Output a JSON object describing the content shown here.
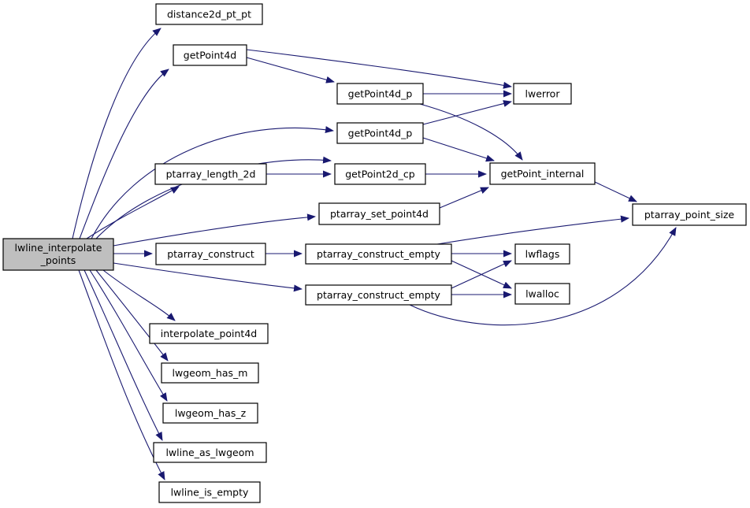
{
  "diagram": {
    "type": "function-call-graph",
    "edge_color": "#191970",
    "root_fill": "#bfbfbf",
    "node_fill": "#ffffff",
    "border_color": "#000000"
  },
  "nodes": {
    "root": {
      "label": "lwline_interpolate_points",
      "line1": "lwline_interpolate",
      "line2": "_points"
    },
    "distance2d_pt_pt": {
      "label": "distance2d_pt_pt"
    },
    "getPoint4d": {
      "label": "getPoint4d"
    },
    "getPoint4d_p_1": {
      "label": "getPoint4d_p"
    },
    "getPoint4d_p_2": {
      "label": "getPoint4d_p"
    },
    "lwerror": {
      "label": "lwerror"
    },
    "ptarray_length_2d": {
      "label": "ptarray_length_2d"
    },
    "getPoint2d_cp": {
      "label": "getPoint2d_cp"
    },
    "getPoint_internal": {
      "label": "getPoint_internal"
    },
    "ptarray_set_point4d": {
      "label": "ptarray_set_point4d"
    },
    "ptarray_point_size": {
      "label": "ptarray_point_size"
    },
    "ptarray_construct": {
      "label": "ptarray_construct"
    },
    "ptarray_construct_empty_1": {
      "label": "ptarray_construct_empty"
    },
    "lwflags": {
      "label": "lwflags"
    },
    "ptarray_construct_empty_2": {
      "label": "ptarray_construct_empty"
    },
    "lwalloc": {
      "label": "lwalloc"
    },
    "interpolate_point4d": {
      "label": "interpolate_point4d"
    },
    "lwgeom_has_m": {
      "label": "lwgeom_has_m"
    },
    "lwgeom_has_z": {
      "label": "lwgeom_has_z"
    },
    "lwline_as_lwgeom": {
      "label": "lwline_as_lwgeom"
    },
    "lwline_is_empty": {
      "label": "lwline_is_empty"
    }
  },
  "edges": [
    {
      "from": "root",
      "to": "distance2d_pt_pt"
    },
    {
      "from": "root",
      "to": "getPoint4d"
    },
    {
      "from": "root",
      "to": "getPoint4d_p_2"
    },
    {
      "from": "root",
      "to": "getPoint2d_cp"
    },
    {
      "from": "root",
      "to": "ptarray_length_2d"
    },
    {
      "from": "root",
      "to": "ptarray_set_point4d"
    },
    {
      "from": "root",
      "to": "ptarray_construct"
    },
    {
      "from": "root",
      "to": "ptarray_construct_empty_2"
    },
    {
      "from": "root",
      "to": "interpolate_point4d"
    },
    {
      "from": "root",
      "to": "lwgeom_has_m"
    },
    {
      "from": "root",
      "to": "lwgeom_has_z"
    },
    {
      "from": "root",
      "to": "lwline_as_lwgeom"
    },
    {
      "from": "root",
      "to": "lwline_is_empty"
    },
    {
      "from": "getPoint4d",
      "to": "getPoint4d_p_1"
    },
    {
      "from": "getPoint4d",
      "to": "lwerror"
    },
    {
      "from": "getPoint4d_p_1",
      "to": "lwerror"
    },
    {
      "from": "getPoint4d_p_1",
      "to": "getPoint_internal"
    },
    {
      "from": "getPoint4d_p_2",
      "to": "lwerror"
    },
    {
      "from": "getPoint4d_p_2",
      "to": "getPoint_internal"
    },
    {
      "from": "ptarray_length_2d",
      "to": "getPoint2d_cp"
    },
    {
      "from": "getPoint2d_cp",
      "to": "getPoint_internal"
    },
    {
      "from": "ptarray_set_point4d",
      "to": "getPoint_internal"
    },
    {
      "from": "getPoint_internal",
      "to": "ptarray_point_size"
    },
    {
      "from": "ptarray_construct",
      "to": "ptarray_construct_empty_1"
    },
    {
      "from": "ptarray_construct_empty_1",
      "to": "lwflags"
    },
    {
      "from": "ptarray_construct_empty_1",
      "to": "lwalloc"
    },
    {
      "from": "ptarray_construct_empty_1",
      "to": "ptarray_point_size"
    },
    {
      "from": "ptarray_construct_empty_2",
      "to": "lwflags"
    },
    {
      "from": "ptarray_construct_empty_2",
      "to": "lwalloc"
    },
    {
      "from": "ptarray_construct_empty_2",
      "to": "ptarray_point_size"
    }
  ]
}
